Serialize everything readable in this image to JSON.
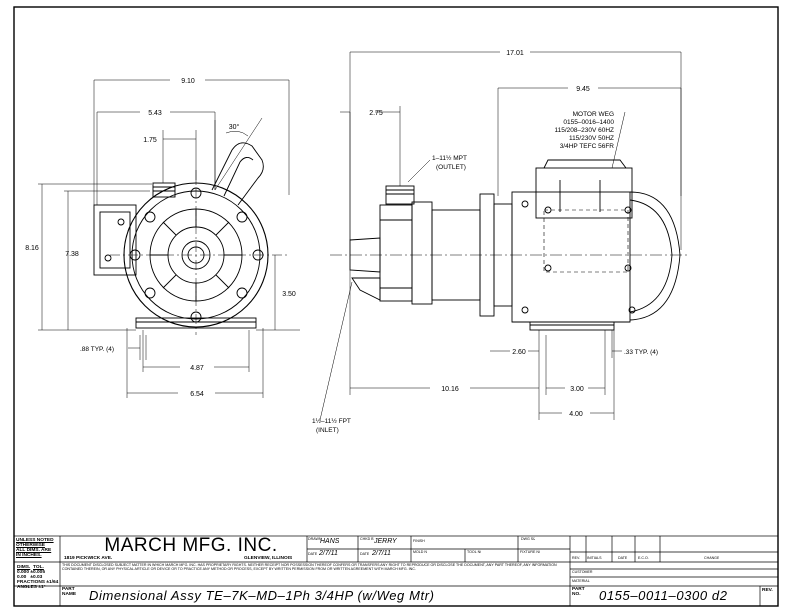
{
  "front_view": {
    "dim_overall_width": "9.10",
    "dim_center_offset": "5.43",
    "dim_outlet_offset": "1.75",
    "dim_angle": "30°",
    "dim_overall_height": "8.16",
    "dim_body_height": "7.38",
    "dim_shaft_height": "3.50",
    "dim_foot_hole": ".88 TYP. (4)",
    "dim_hole_spacing": "4.87",
    "dim_base_width": "6.54"
  },
  "side_view": {
    "dim_overall_length": "17.01",
    "dim_motor_length": "9.45",
    "dim_outlet_to_face": "2.75",
    "outlet_note_line1": "1–11½ MPT",
    "outlet_note_line2": "(OUTLET)",
    "motor_note": [
      "MOTOR WEG",
      "0155–0016–1400",
      "115/208–230V 60HZ",
      "115/230V 50HZ",
      "3/4HP TEFC 56FR"
    ],
    "dim_base_offset": "2.60",
    "dim_slot": ".33 TYP. (4)",
    "dim_inlet_to_base": "10.16",
    "dim_base_slot_spacing": "3.00",
    "dim_base_depth": "4.00",
    "inlet_note_line1": "1½–11½ FPT",
    "inlet_note_line2": "(INLET)"
  },
  "title_block": {
    "tolerance_header": [
      "UNLESS NOTED",
      "OTHERWISE",
      "ALL DIMS. ARE",
      "IN INCHES."
    ],
    "tol_head_dims": "DIMS.",
    "tol_head_tol": "TOL.",
    "tol_rows": [
      [
        "0.000",
        "±0.005"
      ],
      [
        "0.00",
        "±0.03"
      ]
    ],
    "tol_fractions": "FRACTIONS ±1/64",
    "tol_angles": "ANGLES ±1°",
    "company": "MARCH MFG. INC.",
    "address": "1819 PICKWICK AVE.",
    "city": "GLENVIEW, ILLINOIS",
    "drawn_by_label": "DRAWN BY",
    "drawn_by": "HANS",
    "chkd_by_label": "CHKD BY",
    "chkd_by": "JERRY",
    "finish_label": "FINISH",
    "dwg_size_label": "DWG SIZE",
    "date_label": "DATE",
    "drawn_date": "2/7/11",
    "chkd_date": "2/7/11",
    "mold_label": "MOLD NO.",
    "tool_label": "TOOL NO.",
    "fixture_label": "FIXTURE NO.",
    "disclaimer": "THIS DOCUMENT DISCLOSED SUBJECT MATTER IN WHICH MARCH MFG. INC. HAS PROPRIETARY RIGHTS. NEITHER RECEIPT NOR POSSESSION THEREOF CONFERS OR TRANSFERS ANY RIGHT TO REPRODUCE OR DISCLOSE THE DOCUMENT, ANY PART THEREOF, ANY INFORMATION CONTAINED THEREIN, OR ANY PHYSICAL ARTICLE OR DEVICE OR TO PRACTICE ANY METHOD OR PROCESS, EXCEPT BY WRITTEN PERMISSION FROM OR WRITTEN AGREEMENT WITH MARCH MFG. INC.",
    "part_name_label": "PART NAME",
    "part_name": "Dimensional Assy TE–7K–MD–1Ph 3/4HP (w/Weg Mtr)",
    "rev_headers": [
      "REV.",
      "INITIALS",
      "DATE",
      "E.C.O.",
      "CHANGE"
    ],
    "customer_label": "CUSTOMER",
    "material_label": "MATERIAL",
    "part_no_label": "PART NO.",
    "part_no": "0155–0011–0300 d2",
    "rev_label": "REV."
  }
}
